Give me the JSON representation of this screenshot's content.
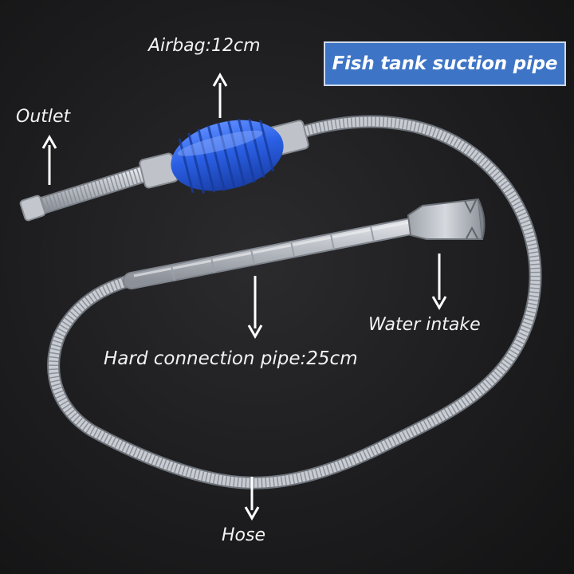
{
  "title": "Fish tank suction pipe",
  "labels": {
    "airbag": "Airbag:12cm",
    "outlet": "Outlet",
    "water_intake": "Water intake",
    "hard_pipe": "Hard connection pipe:25cm",
    "hose": "Hose"
  },
  "colors": {
    "background": "#1c1c1e",
    "title_bg": "#3d74c6",
    "airbag": "#2f63e0",
    "pipe": "#cdd0d6"
  }
}
